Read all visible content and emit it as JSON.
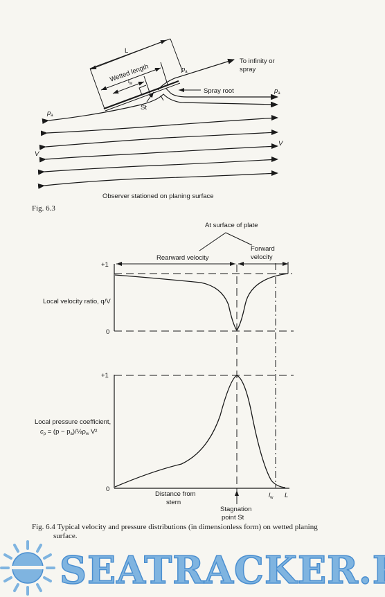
{
  "fig63": {
    "L": "L",
    "wetted_length": "Wetted length",
    "lw": "l",
    "lw_sub": "w",
    "pa_top": "p",
    "pa_sub": "a",
    "pa_right": "p",
    "pa_left": "p",
    "to_infinity": "To infinity or",
    "spray": "spray",
    "spray_root": "Spray root",
    "st": "St",
    "v_left": "V",
    "v_right": "V",
    "observer": "Observer stationed on planing surface",
    "caption": "Fig. 6.3"
  },
  "fig64": {
    "at_surface": "At surface of plate",
    "rearward": "Rearward velocity",
    "forward_1": "Forward",
    "forward_2": "velocity",
    "plus1_top": "+1",
    "zero_top": "0",
    "velocity_label": "Local velocity ratio, q/V",
    "plus1_bottom": "+1",
    "zero_bottom": "0",
    "pressure_label_1": "Local pressure coefficient,",
    "pressure_label_2": "c",
    "pressure_label_2_sub": "p",
    "pressure_label_2_rest": " = (p − p",
    "pressure_label_2_sub2": "a",
    "pressure_label_2_rest2": ")/½ρ",
    "pressure_label_2_sub3": "w",
    "pressure_label_2_rest3": " V²",
    "distance_1": "Distance from",
    "distance_2": "stern",
    "stagnation_1": "Stagnation",
    "stagnation_2": "point St",
    "lw": "l",
    "lw_sub": "w",
    "L": "L",
    "caption_1": "Fig. 6.4  Typical velocity and pressure distributions (in dimensionless form) on wetted planing",
    "caption_2": "surface."
  },
  "watermark": {
    "text": "SEATRACKER.RU",
    "color": "#7fb4e0"
  }
}
